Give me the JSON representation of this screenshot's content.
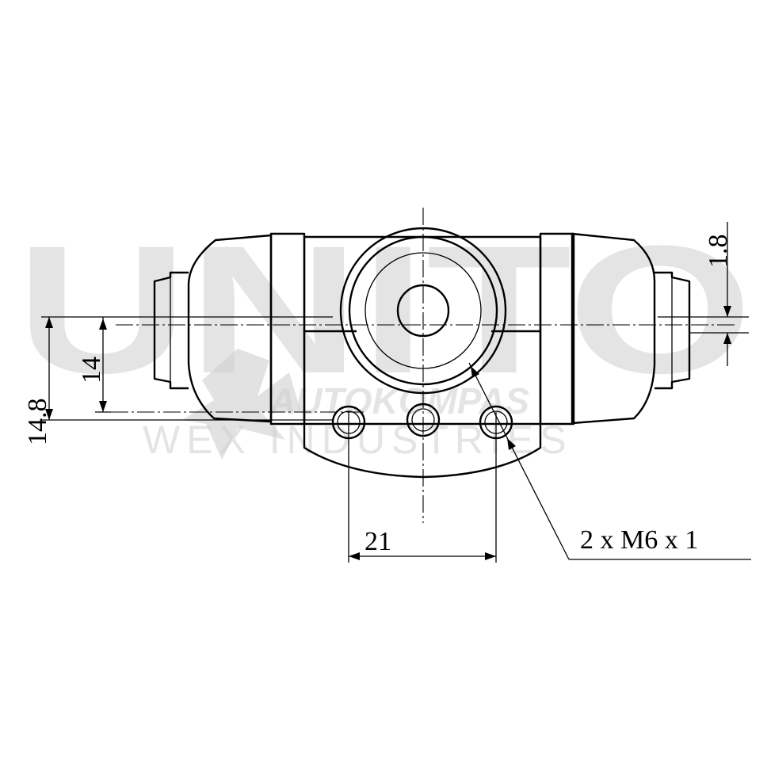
{
  "dimensions": {
    "top_right": "1.8",
    "left_outer": "14.8",
    "left_inner": "14",
    "bottom": "21",
    "thread_callout": "2 x M6 x 1"
  },
  "watermark": {
    "brand": "UNITO",
    "line1": "AUTOKOMPAS",
    "line2": "WEX INDUSTRIES"
  }
}
